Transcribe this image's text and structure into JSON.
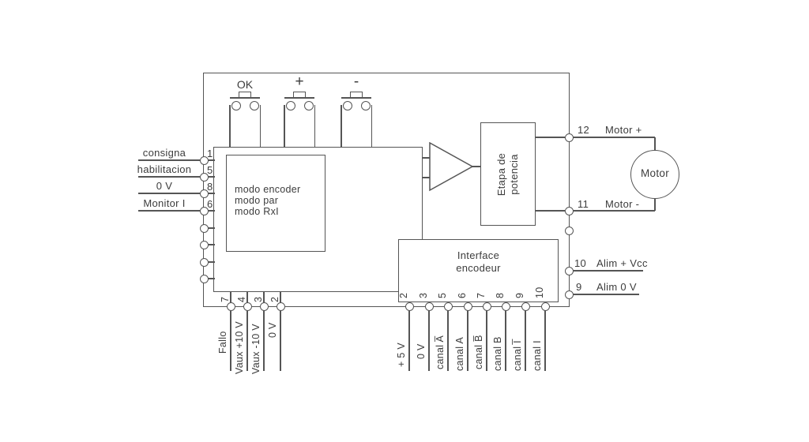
{
  "colors": {
    "line": "#555555",
    "text": "#3c3c3c",
    "background": "#ffffff"
  },
  "buttons": [
    {
      "label": "OK"
    },
    {
      "label": "+"
    },
    {
      "label": "-"
    }
  ],
  "control_block": {
    "mode1": "modo encoder",
    "mode2": "modo par",
    "mode3": "modo RxI"
  },
  "power_stage": {
    "line1": "Etapa de",
    "line2": "potencia"
  },
  "encoder_interface": {
    "line1": "Interface",
    "line2": "encodeur"
  },
  "motor": {
    "label": "Motor"
  },
  "left_pins": [
    {
      "number": "1",
      "label": "consigna"
    },
    {
      "number": "5",
      "label": "habilitacion"
    },
    {
      "number": "8",
      "label": "0 V"
    },
    {
      "number": "6",
      "label": "Monitor I"
    }
  ],
  "right_pins": [
    {
      "number": "12",
      "label": "Motor +"
    },
    {
      "number": "11",
      "label": "Motor -"
    },
    {
      "number": "10",
      "label": "Alim + Vcc"
    },
    {
      "number": "9",
      "label": "Alim 0 V"
    }
  ],
  "bottom_left_pins": [
    {
      "number": "7",
      "label": "Fallo"
    },
    {
      "number": "4",
      "label": "Vaux +10 V"
    },
    {
      "number": "3",
      "label": "Vaux -10 V"
    },
    {
      "number": "2",
      "label": "0 V"
    }
  ],
  "encoder_pins": [
    {
      "number": "2",
      "label": "+ 5 V"
    },
    {
      "number": "3",
      "label": "0 V"
    },
    {
      "number": "5",
      "label": "canal A̅"
    },
    {
      "number": "6",
      "label": "canal A"
    },
    {
      "number": "7",
      "label": "canal B̅"
    },
    {
      "number": "8",
      "label": "canal B"
    },
    {
      "number": "9",
      "label": "canal I̅"
    },
    {
      "number": "10",
      "label": "canal I"
    }
  ]
}
